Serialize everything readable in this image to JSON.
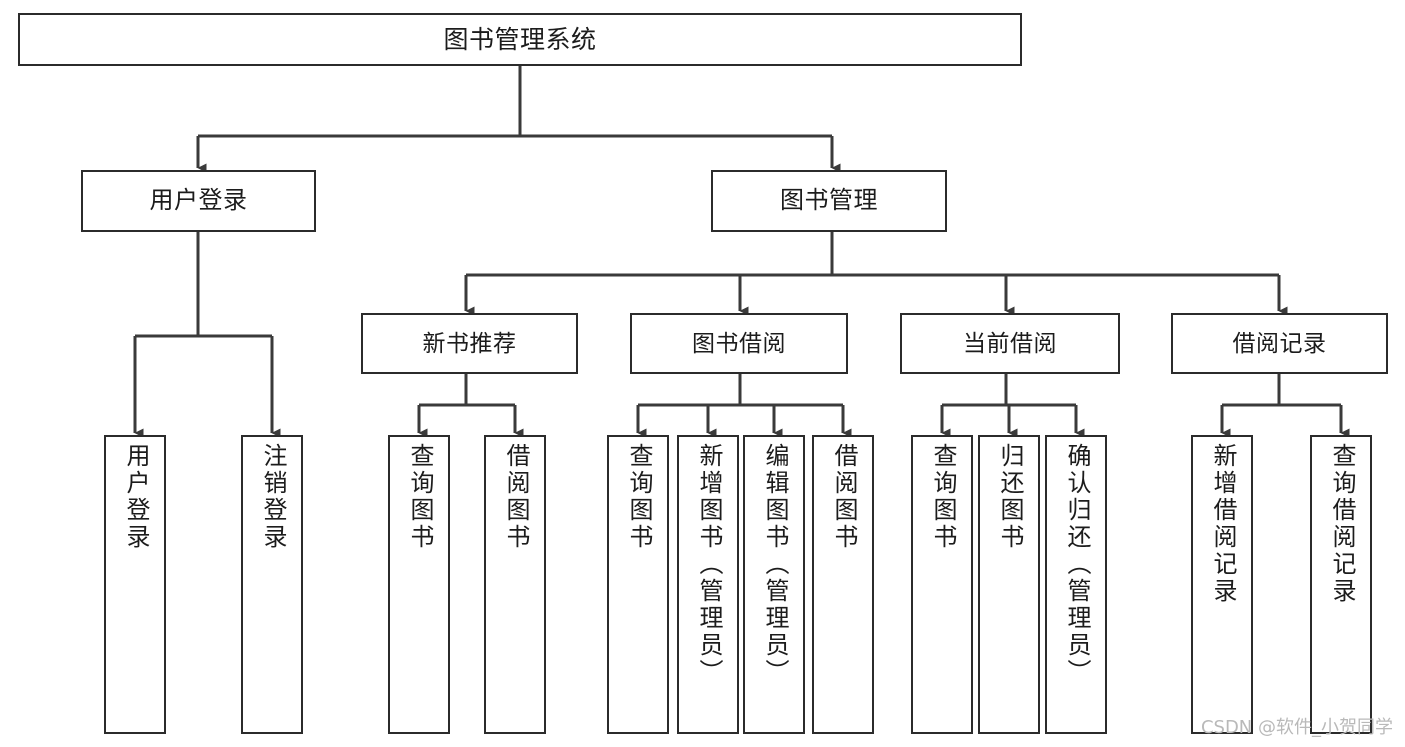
{
  "diagram": {
    "title": "图书管理系统",
    "type": "tree-hierarchy",
    "orientation": "top-down",
    "colors": {
      "box_border": "#2b2b2b",
      "box_fill": "#ffffff",
      "edge": "#3a3a3a",
      "text": "#1c1c1c",
      "watermark": "#b9b9b9",
      "background": "#ffffff"
    }
  },
  "root": {
    "label": "图书管理系统"
  },
  "level2": [
    {
      "label": "用户登录"
    },
    {
      "label": "图书管理"
    }
  ],
  "level3": [
    {
      "label": "新书推荐"
    },
    {
      "label": "图书借阅"
    },
    {
      "label": "当前借阅"
    },
    {
      "label": "借阅记录"
    }
  ],
  "leaves": {
    "user_login": [
      {
        "label": "用户登录"
      },
      {
        "label": "注销登录"
      }
    ],
    "new_book_recommend": [
      {
        "label": "查询图书"
      },
      {
        "label": "借阅图书"
      }
    ],
    "book_borrow": [
      {
        "label": "查询图书"
      },
      {
        "label": "新增图书（管理员）"
      },
      {
        "label": "编辑图书（管理员）"
      },
      {
        "label": "借阅图书"
      }
    ],
    "current_borrow": [
      {
        "label": "查询图书"
      },
      {
        "label": "归还图书"
      },
      {
        "label": "确认归还（管理员）"
      }
    ],
    "borrow_record": [
      {
        "label": "新增借阅记录"
      },
      {
        "label": "查询借阅记录"
      }
    ]
  },
  "watermark": {
    "text": "CSDN @软件_小贺同学"
  }
}
